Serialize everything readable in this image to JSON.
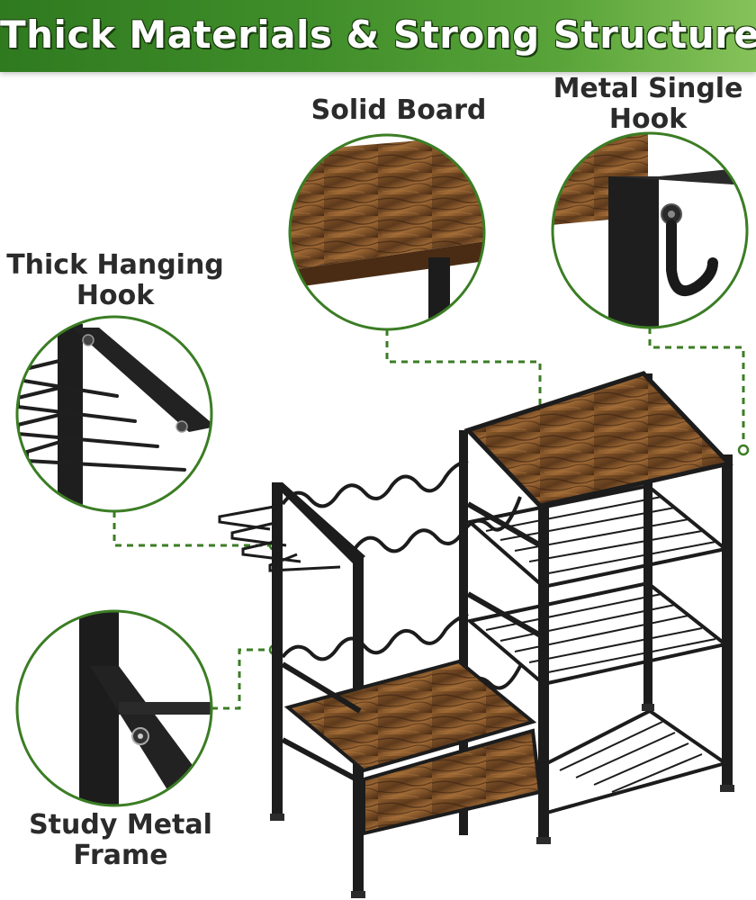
{
  "banner": {
    "title": "Thick Materials & Strong Structure",
    "color_start": "#2f7a1f",
    "color_end": "#86c25a"
  },
  "callouts": {
    "solid_board": {
      "line1": "Solid Board",
      "line2": ""
    },
    "metal_hook": {
      "line1": "Metal Single",
      "line2": "Hook"
    },
    "hanging_hook": {
      "line1": "Thick Hanging",
      "line2": "Hook"
    },
    "metal_frame": {
      "line1": "Study Metal",
      "line2": "Frame"
    }
  },
  "colors": {
    "accent_green": "#3b7d24",
    "frame_black": "#1c1c1c",
    "wood_brown": "#7a4a22",
    "text_dark": "#2b2b2b"
  },
  "icons": {
    "hook": "j-hook-icon",
    "bolt": "bolt-icon"
  }
}
